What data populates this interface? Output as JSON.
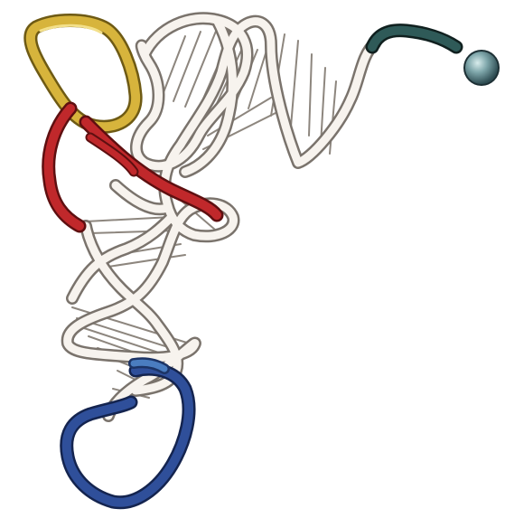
{
  "figure": {
    "subject": "trna-tertiary-structure",
    "colors": {
      "background": "#ffffff",
      "backbone_fill": "#f7f3ee",
      "backbone_edge": "#7a736c",
      "d_loop": "#d7b43c",
      "d_stem": "#c0282b",
      "anticodon_loop": "#2f4f9a",
      "anticodon_highlight": "#4a7dc0",
      "acceptor_tail": "#2f5a58",
      "amino_acid_sphere": "#6f9aa0"
    },
    "regions": [
      {
        "id": "acceptor-stem",
        "color": "backbone_fill"
      },
      {
        "id": "t-arm",
        "color": "backbone_fill"
      },
      {
        "id": "d-loop",
        "color": "d_loop"
      },
      {
        "id": "d-stem",
        "color": "d_stem"
      },
      {
        "id": "anticodon-stem",
        "color": "backbone_fill"
      },
      {
        "id": "anticodon-loop",
        "color": "anticodon_loop"
      },
      {
        "id": "cca-tail",
        "color": "acceptor_tail"
      }
    ]
  }
}
